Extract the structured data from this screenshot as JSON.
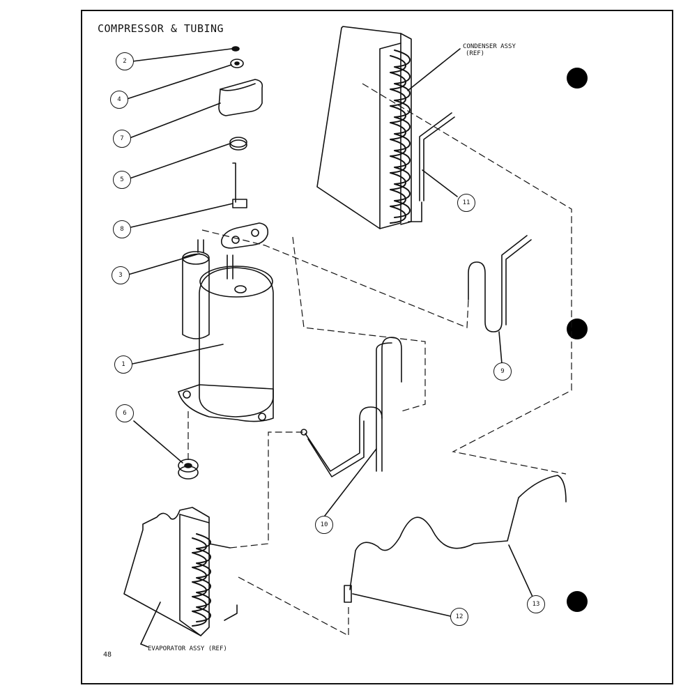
{
  "title": "COMPRESSOR & TUBING",
  "page_number": "48",
  "labels": {
    "condenser_l1": "CONDENSER ASSY",
    "condenser_l2": "(REF)",
    "evaporator": "EVAPORATOR ASSY (REF)"
  },
  "callouts": {
    "c1": "1",
    "c2": "2",
    "c3": "3",
    "c4": "4",
    "c5": "5",
    "c6": "6",
    "c7": "7",
    "c8": "8",
    "c9": "9",
    "c10": "10",
    "c11": "11",
    "c12": "12",
    "c13": "13"
  }
}
